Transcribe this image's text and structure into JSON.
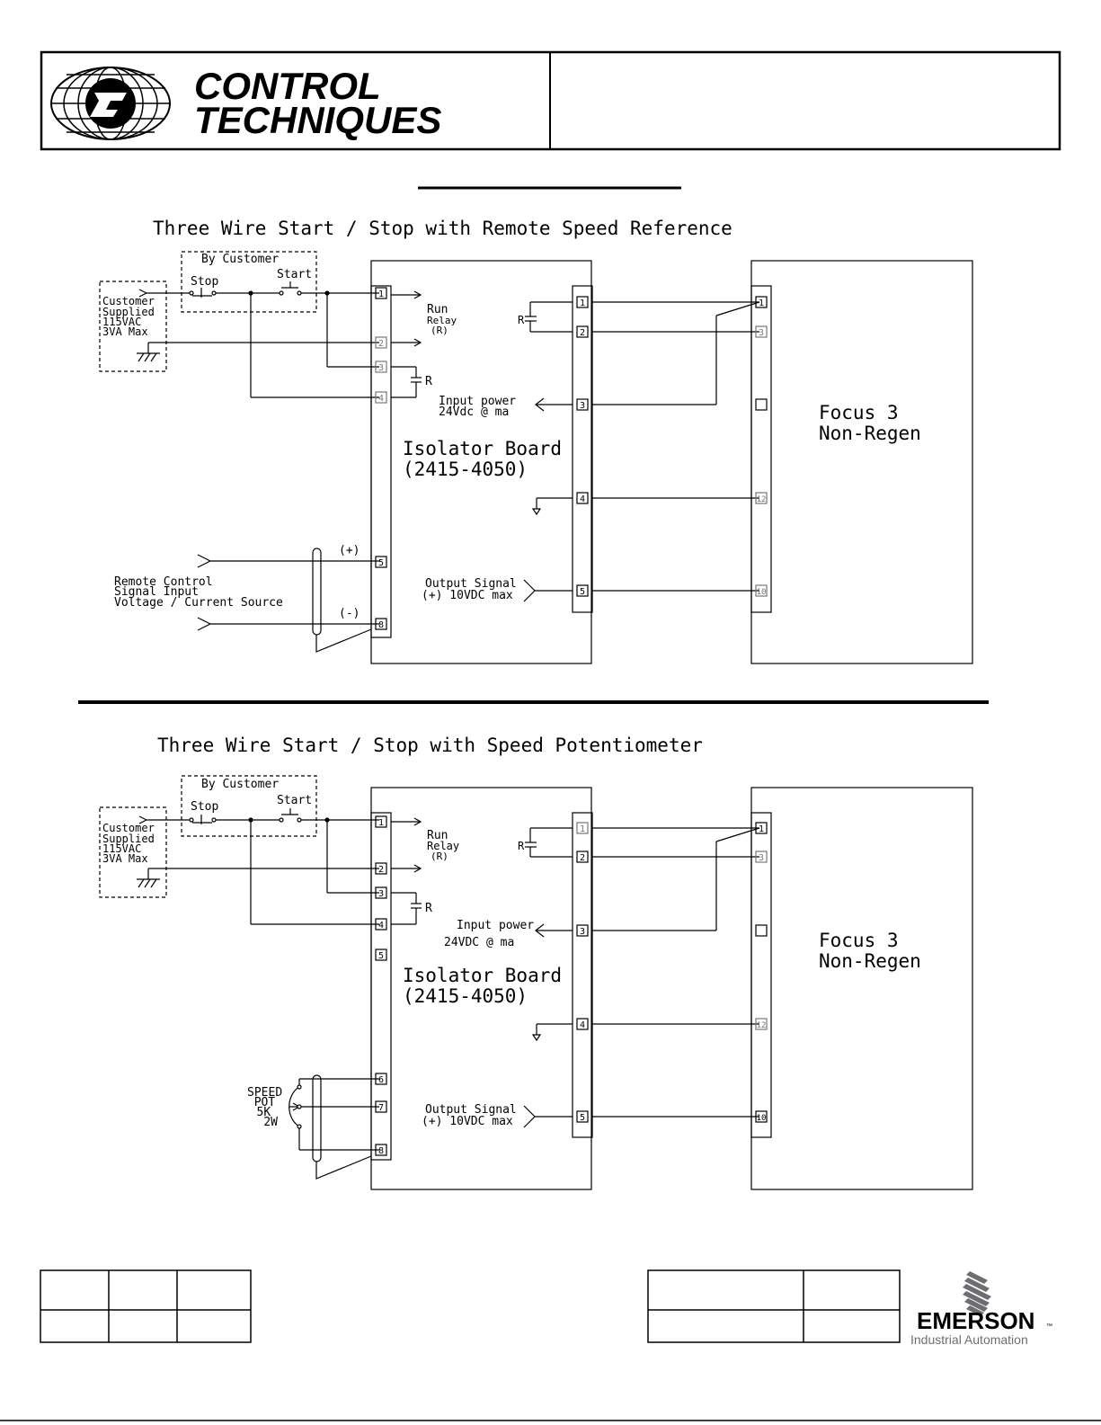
{
  "header": {
    "logo_line1": "CONTROL",
    "logo_line2": "TECHNIQUES",
    "doc_title": ""
  },
  "footer": {
    "brand": "EMERSON",
    "brand_tm": "™",
    "subbrand": "Industrial Automation"
  },
  "diagram1": {
    "title": "Three Wire Start / Stop with Remote Speed Reference",
    "by_customer": "By Customer",
    "stop": "Stop",
    "start": "Start",
    "supply_lines": [
      "Customer",
      "Supplied",
      "115VAC",
      "3VA Max"
    ],
    "run_relay_lines": [
      "Run",
      "Relay",
      "(R)"
    ],
    "relay_r": "R",
    "input_power_line1": "Input power",
    "input_power_line2": "24Vdc @    ma",
    "isolator_line1": "Isolator Board",
    "isolator_line2": "(2415-4050)",
    "output_line1": "Output Signal",
    "output_line2": "(+) 10VDC max",
    "focus_line1": "Focus 3",
    "focus_line2": "Non-Regen",
    "remote_lines": [
      "Remote Control",
      "Signal Input",
      "Voltage / Current Source"
    ],
    "plus": "(+)",
    "minus": "(-)",
    "left_pins": [
      "1",
      "2",
      "3",
      "4",
      "5",
      "8"
    ],
    "right_pins": [
      "1",
      "2",
      "3",
      "4",
      "5"
    ],
    "focus_pins": [
      "1",
      "3",
      "",
      "12",
      "10"
    ]
  },
  "diagram2": {
    "title": "Three Wire Start / Stop with Speed Potentiometer",
    "by_customer": "By Customer",
    "stop": "Stop",
    "start": "Start",
    "supply_lines": [
      "Customer",
      "Supplied",
      "115VAC",
      "3VA Max"
    ],
    "run_relay_lines": [
      "Run",
      "Relay",
      "(R)"
    ],
    "relay_r": "R",
    "input_power_line1": "Input power",
    "input_power_line2": "24VDC @    ma",
    "isolator_line1": "Isolator Board",
    "isolator_line2": "(2415-4050)",
    "output_line1": "Output Signal",
    "output_line2": "(+) 10VDC max",
    "focus_line1": "Focus 3",
    "focus_line2": "Non-Regen",
    "pot_lines": [
      "SPEED",
      "POT",
      "5K",
      "2W"
    ],
    "left_pins": [
      "1",
      "2",
      "3",
      "4",
      "5",
      "6",
      "7",
      "8"
    ],
    "right_pins": [
      "1",
      "2",
      "3",
      "4",
      "5"
    ],
    "focus_pins": [
      "1",
      "3",
      "",
      "12",
      "10"
    ]
  },
  "colors": {
    "ink": "#000000",
    "paper": "#ffffff",
    "pin_faint": "#777777",
    "emerson_gray": "#6d6e71"
  }
}
